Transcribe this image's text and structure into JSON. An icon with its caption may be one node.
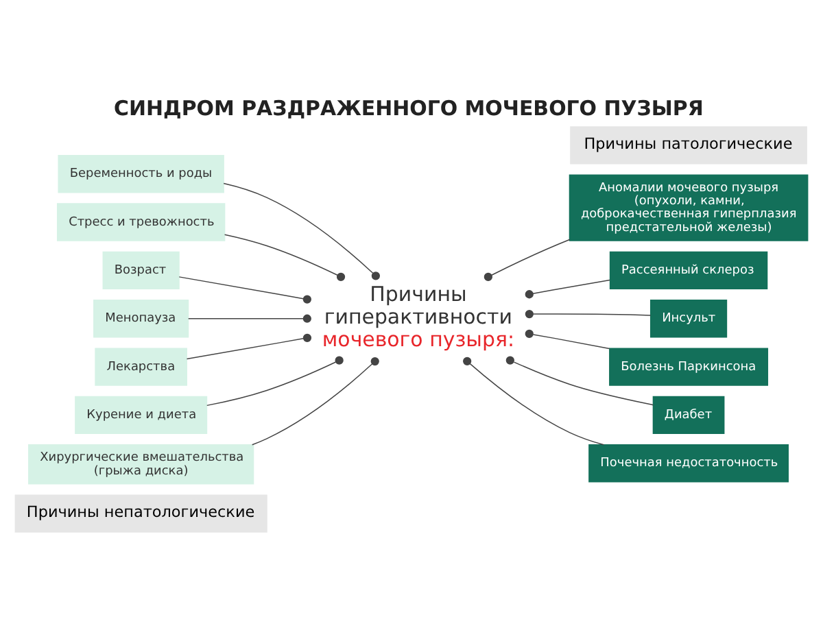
{
  "diagram": {
    "title": "СИНДРОМ РАЗДРАЖЕННОГО МОЧЕВОГО ПУЗЫРЯ",
    "nodes": [
      {
        "text": [
          "Причины непатологические"
        ]
      },
      {
        "text": [
          "Причины патологические"
        ]
      },
      {
        "text": [
          "Беременность и роды"
        ]
      },
      {
        "text": [
          "Стресс и тревожность"
        ]
      },
      {
        "text": [
          "Возраст"
        ]
      },
      {
        "text": [
          "Менопауза"
        ]
      },
      {
        "text": [
          "Лекарства"
        ]
      },
      {
        "text": [
          "Курение и диета"
        ]
      },
      {
        "text": [
          "Хирургические вмешательства (грыжа диска)"
        ]
      },
      {
        "text": [
          "Причины гиперактивности",
          "мочевого пузыря:"
        ]
      },
      {
        "text": [
          "Аномалии мочевого пузыря (опухоли, камни, доброкачественная гиперплазия предстательной железы)"
        ]
      },
      {
        "text": [
          "Рассеянный склероз"
        ]
      },
      {
        "text": [
          "Инсульт"
        ]
      },
      {
        "text": [
          "Болезнь Паркинсона"
        ]
      },
      {
        "text": [
          "Диабет"
        ]
      },
      {
        "text": [
          "Почечная недостаточность"
        ]
      }
    ],
    "edges": [
      {
        "from": 2,
        "to": 9,
        "arrow": "other"
      },
      {
        "from": 3,
        "to": 9,
        "arrow": "other"
      },
      {
        "from": 4,
        "to": 9,
        "arrow": "other"
      },
      {
        "from": 5,
        "to": 9,
        "arrow": "other"
      },
      {
        "from": 6,
        "to": 9,
        "arrow": "other"
      },
      {
        "from": 7,
        "to": 9,
        "arrow": "other"
      },
      {
        "from": 8,
        "to": 9,
        "arrow": "other"
      },
      {
        "from": 10,
        "to": 9,
        "arrow": "other"
      },
      {
        "from": 11,
        "to": 9,
        "arrow": "other"
      },
      {
        "from": 12,
        "to": 9,
        "arrow": "other"
      },
      {
        "from": 13,
        "to": 9,
        "arrow": "other"
      },
      {
        "from": 14,
        "to": 9,
        "arrow": "other"
      },
      {
        "from": 15,
        "to": 9,
        "arrow": "other"
      }
    ]
  }
}
